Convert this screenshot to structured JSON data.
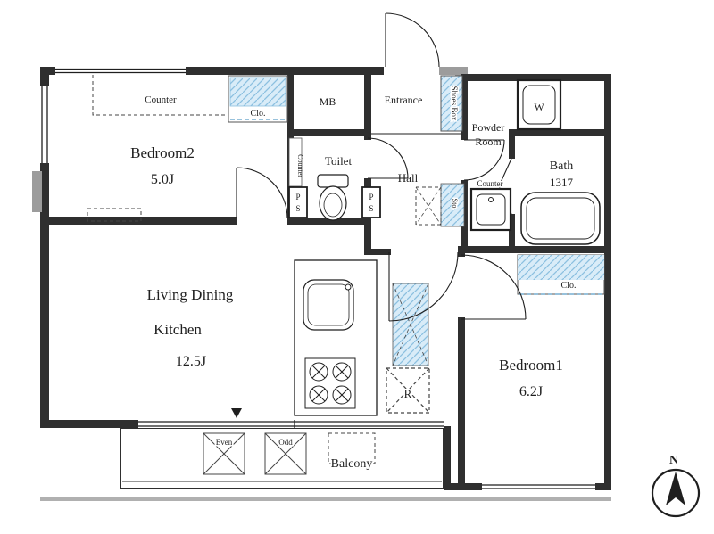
{
  "plan": {
    "rooms": {
      "bedroom2": {
        "name": "Bedroom2",
        "size": "5.0J"
      },
      "ldk": {
        "name_line1": "Living Dining",
        "name_line2": "Kitchen",
        "size": "12.5J"
      },
      "bedroom1": {
        "name": "Bedroom1",
        "size": "6.2J"
      },
      "bath": {
        "name": "Bath",
        "size": "1317"
      },
      "toilet": {
        "name": "Toilet"
      },
      "hall": {
        "name": "Hall"
      },
      "entrance": {
        "name": "Entrance"
      },
      "powder_room": {
        "name_line1": "Powder",
        "name_line2": "Room"
      },
      "balcony": {
        "name": "Balcony"
      }
    },
    "labels": {
      "meter_box": "MB",
      "shoes_box": "Shoes Box",
      "washing_machine": "W",
      "refrigerator": "R",
      "storage": "Sto.",
      "closet_bedroom2": "Clo.",
      "closet_bedroom1": "Clo.",
      "counter_bedroom2": "Counter",
      "counter_toilet": "Counter",
      "counter_powder": "Counter",
      "pipe_space_p": "P",
      "pipe_space_s": "S",
      "balcony_even": "Even",
      "balcony_odd": "Odd",
      "compass_north": "N"
    },
    "colors": {
      "wall": "#2f2f2f",
      "wall_gray": "#9c9c9c",
      "closet_fill": "#d9ecf8",
      "closet_line": "#5b9ec6",
      "text": "#1f1f1f",
      "background": "#ffffff"
    }
  }
}
